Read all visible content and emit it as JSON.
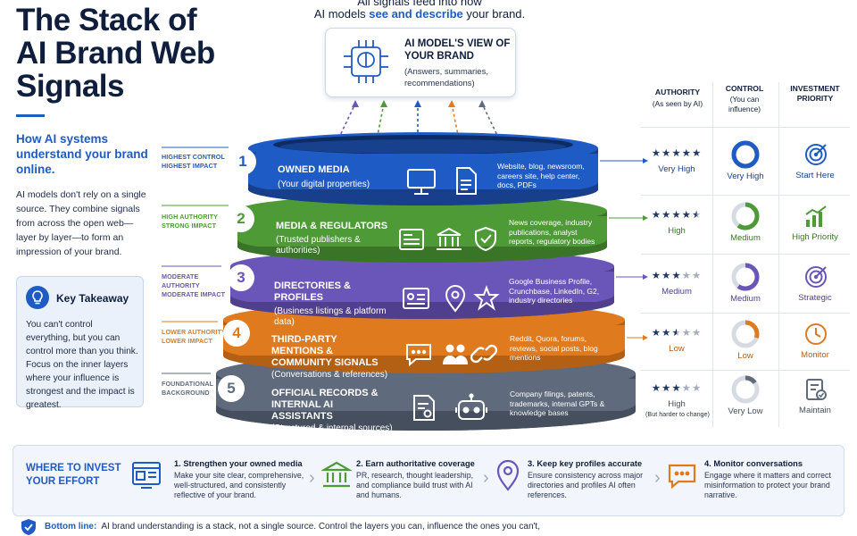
{
  "header": {
    "line1": "All signals feed into how",
    "line2_prefix": "AI models",
    "line2_emph": "see and describe",
    "line2_suffix": "your brand."
  },
  "ai_view": {
    "title": "AI MODEL'S VIEW OF YOUR BRAND",
    "subtitle": "(Answers, summaries, recommendations)",
    "icon": "brain-circuit-icon"
  },
  "left": {
    "title": "The Stack of AI Brand Web Signals",
    "subtitle": "How AI systems understand your brand online.",
    "intro": "AI models don't rely on a single source. They combine signals from across the open web—layer by layer—to form an impression of your brand.",
    "takeaway_title": "Key Takeaway",
    "takeaway_text": "You can't control everything, but you can control more than you think. Focus on the inner layers where your influence is strongest and the impact is greatest."
  },
  "table": {
    "authority_header": "AUTHORITY",
    "authority_sub": "(As seen by AI)",
    "control_header": "CONTROL",
    "control_sub": "(You can influence)",
    "priority_header": "INVESTMENT PRIORITY"
  },
  "layers": [
    {
      "number": "1",
      "tag1": "HIGHEST CONTROL",
      "tag2": "HIGHEST IMPACT",
      "name": "OWNED MEDIA",
      "sub": "(Your digital properties)",
      "desc": "Website, blog, newsroom, careers site, help center, docs, PDFs",
      "color": "#1f5bc4",
      "dark": "#173f8c",
      "icons": [
        "monitor-icon",
        "document-icon"
      ],
      "stars": 5,
      "authority": "Very High",
      "control_label": "Very High",
      "control_level": 1.0,
      "priority": "Start Here",
      "priority_icon": "target-icon"
    },
    {
      "number": "2",
      "tag1": "HIGH AUTHORITY",
      "tag2": "STRONG IMPACT",
      "name": "MEDIA & REGULATORS",
      "sub": "(Trusted publishers & authorities)",
      "desc": "News coverage, industry publications, analyst reports, regulatory bodies",
      "color": "#4e9a36",
      "dark": "#3a7527",
      "icons": [
        "newspaper-icon",
        "institution-icon",
        "shield-icon"
      ],
      "stars": 4.5,
      "authority": "High",
      "control_label": "Medium",
      "control_level": 0.6,
      "priority": "High Priority",
      "priority_icon": "growth-chart-icon"
    },
    {
      "number": "3",
      "tag1": "MODERATE AUTHORITY",
      "tag2": "MODERATE IMPACT",
      "name": "DIRECTORIES & PROFILES",
      "sub": "(Business listings & platform data)",
      "desc": "Google Business Profile, Crunchbase, LinkedIn, G2, industry directories",
      "color": "#6a56b8",
      "dark": "#4f3f8d",
      "icons": [
        "profile-card-icon",
        "location-pin-icon",
        "star-icon"
      ],
      "stars": 3,
      "authority": "Medium",
      "control_label": "Medium",
      "control_level": 0.6,
      "priority": "Strategic",
      "priority_icon": "target-icon"
    },
    {
      "number": "4",
      "tag1": "LOWER AUTHORITY",
      "tag2": "LOWER IMPACT",
      "name": "THIRD-PARTY MENTIONS & COMMUNITY SIGNALS",
      "sub": "(Conversations & references)",
      "desc": "Reddit, Quora, forums, reviews, social posts, blog mentions",
      "color": "#e07a1f",
      "dark": "#b35f14",
      "icons": [
        "chat-bubble-icon",
        "users-icon",
        "link-icon"
      ],
      "stars": 2.5,
      "authority": "Low",
      "control_label": "Low",
      "control_level": 0.3,
      "priority": "Monitor",
      "priority_icon": "clock-icon"
    },
    {
      "number": "5",
      "tag1": "FOUNDATIONAL",
      "tag2": "BACKGROUND",
      "name": "OFFICIAL RECORDS & INTERNAL AI ASSISTANTS",
      "sub": "(Structured & internal sources)",
      "desc": "Company filings, patents, trademarks, internal GPTs & knowledge bases",
      "color": "#5f6b7d",
      "dark": "#454f5e",
      "icons": [
        "certificate-icon",
        "robot-icon"
      ],
      "stars": 3,
      "authority": "High",
      "authority_note": "(But harder to change)",
      "control_label": "Very Low",
      "control_level": 0.15,
      "priority": "Maintain",
      "priority_icon": "checklist-icon"
    }
  ],
  "bottom": {
    "title": "WHERE TO INVEST YOUR EFFORT",
    "steps": [
      {
        "title": "1. Strengthen your owned media",
        "text": "Make your site clear, comprehensive, well-structured, and consistently reflective of your brand.",
        "icon": "website-icon",
        "color": "#1f5bc4"
      },
      {
        "title": "2. Earn authoritative coverage",
        "text": "PR, research, thought leadership, and compliance build trust with AI and humans.",
        "icon": "institution-icon",
        "color": "#4e9a36"
      },
      {
        "title": "3. Keep key profiles accurate",
        "text": "Ensure consistency across major directories and profiles AI often references.",
        "icon": "location-pin-icon",
        "color": "#6a56b8"
      },
      {
        "title": "4. Monitor conversations",
        "text": "Engage where it matters and correct misinformation to protect your brand narrative.",
        "icon": "chat-bubble-icon",
        "color": "#e07a1f"
      }
    ],
    "bottom_label": "Bottom line:",
    "bottom_text": "AI brand understanding is a stack, not a single source. Control the layers you can, influence the ones you can't,"
  }
}
